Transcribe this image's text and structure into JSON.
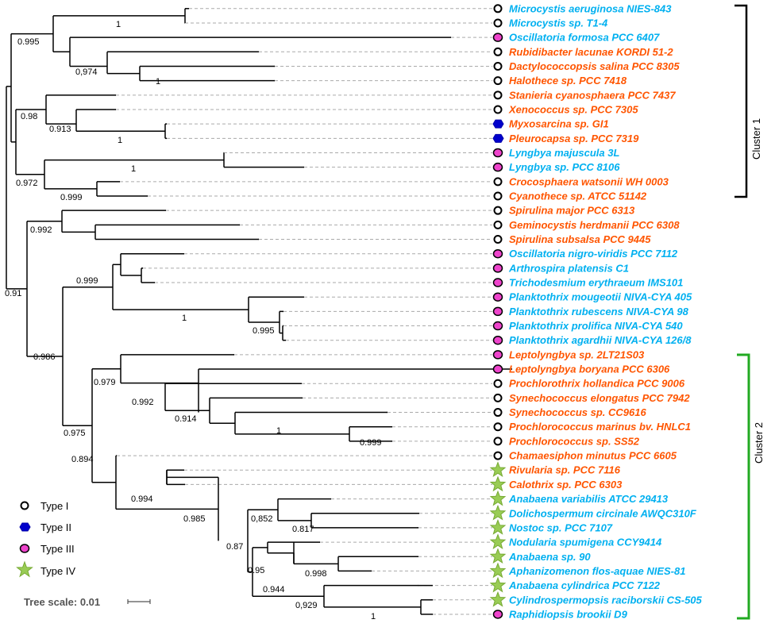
{
  "colors": {
    "blue_label": "#00B0F0",
    "orange_label": "#FF5500",
    "type_I_fill": "#ffffff",
    "type_II_fill": "#0000cc",
    "type_III_fill": "#ee44cc",
    "type_IV_fill": "#99cc55",
    "cluster1_bracket": "#000000",
    "cluster2_bracket": "#22aa22",
    "branch": "#000000",
    "guide": "#aaaaaa"
  },
  "taxa": [
    {
      "name": "Microcystis aeruginosa NIES-843",
      "color": "blue",
      "type": "I"
    },
    {
      "name": "Microcystis sp. T1-4",
      "color": "blue",
      "type": "I"
    },
    {
      "name": "Oscillatoria formosa PCC 6407",
      "color": "blue",
      "type": "III"
    },
    {
      "name": "Rubidibacter lacunae KORDI 51-2",
      "color": "orange",
      "type": "I"
    },
    {
      "name": "Dactylococcopsis salina PCC 8305",
      "color": "orange",
      "type": "I"
    },
    {
      "name": "Halothece sp. PCC 7418",
      "color": "orange",
      "type": "I"
    },
    {
      "name": "Stanieria cyanosphaera PCC 7437",
      "color": "orange",
      "type": "I"
    },
    {
      "name": "Xenococcus sp. PCC 7305",
      "color": "orange",
      "type": "I"
    },
    {
      "name": "Myxosarcina sp. GI1",
      "color": "orange",
      "type": "II"
    },
    {
      "name": "Pleurocapsa sp. PCC 7319",
      "color": "orange",
      "type": "II"
    },
    {
      "name": "Lyngbya majuscula 3L",
      "color": "blue",
      "type": "III"
    },
    {
      "name": "Lyngbya sp. PCC 8106",
      "color": "blue",
      "type": "III"
    },
    {
      "name": "Crocosphaera watsonii WH 0003",
      "color": "orange",
      "type": "I"
    },
    {
      "name": "Cyanothece sp. ATCC 51142",
      "color": "orange",
      "type": "I"
    },
    {
      "name": "Spirulina major PCC 6313",
      "color": "orange",
      "type": "I"
    },
    {
      "name": "Geminocystis herdmanii PCC 6308",
      "color": "orange",
      "type": "I"
    },
    {
      "name": "Spirulina subsalsa PCC 9445",
      "color": "orange",
      "type": "I"
    },
    {
      "name": "Oscillatoria nigro-viridis PCC 7112",
      "color": "blue",
      "type": "III"
    },
    {
      "name": "Arthrospira platensis C1",
      "color": "blue",
      "type": "III"
    },
    {
      "name": "Trichodesmium erythraeum IMS101",
      "color": "blue",
      "type": "III"
    },
    {
      "name": "Planktothrix mougeotii NIVA-CYA 405",
      "color": "blue",
      "type": "III"
    },
    {
      "name": "Planktothrix rubescens NIVA-CYA 98",
      "color": "blue",
      "type": "III"
    },
    {
      "name": "Planktothrix prolifica NIVA-CYA 540",
      "color": "blue",
      "type": "III"
    },
    {
      "name": "Planktothrix agardhii NIVA-CYA 126/8",
      "color": "blue",
      "type": "III"
    },
    {
      "name": "Leptolyngbya sp. 2LT21S03",
      "color": "orange",
      "type": "III"
    },
    {
      "name": "Leptolyngbya boryana PCC 6306",
      "color": "orange",
      "type": "III"
    },
    {
      "name": "Prochlorothrix hollandica PCC 9006",
      "color": "orange",
      "type": "I"
    },
    {
      "name": "Synechococcus elongatus PCC 7942",
      "color": "orange",
      "type": "I"
    },
    {
      "name": "Synechococcus sp. CC9616",
      "color": "orange",
      "type": "I"
    },
    {
      "name": "Prochlorococcus marinus bv. HNLC1",
      "color": "orange",
      "type": "I"
    },
    {
      "name": "Prochlorococcus sp. SS52",
      "color": "orange",
      "type": "I"
    },
    {
      "name": "Chamaesiphon minutus PCC 6605",
      "color": "orange",
      "type": "I"
    },
    {
      "name": "Rivularia sp. PCC 7116",
      "color": "orange",
      "type": "IV"
    },
    {
      "name": "Calothrix sp. PCC 6303",
      "color": "orange",
      "type": "IV"
    },
    {
      "name": "Anabaena variabilis ATCC 29413",
      "color": "blue",
      "type": "IV"
    },
    {
      "name": "Dolichospermum circinale AWQC310F",
      "color": "blue",
      "type": "IV"
    },
    {
      "name": "Nostoc sp. PCC 7107",
      "color": "blue",
      "type": "IV"
    },
    {
      "name": "Nodularia spumigena CCY9414",
      "color": "blue",
      "type": "IV"
    },
    {
      "name": "Anabaena sp. 90",
      "color": "blue",
      "type": "IV"
    },
    {
      "name": "Aphanizomenon flos-aquae NIES-81",
      "color": "blue",
      "type": "IV"
    },
    {
      "name": "Anabaena cylindrica PCC 7122",
      "color": "blue",
      "type": "IV"
    },
    {
      "name": "Cylindrospermopsis raciborskii CS-505",
      "color": "blue",
      "type": "IV"
    },
    {
      "name": "Raphidiopsis brookii D9",
      "color": "blue",
      "type": "III"
    }
  ],
  "branch_supports": [
    "1",
    "0.995",
    "0,974",
    "1",
    "0.98",
    "0.913",
    "1",
    "1",
    "0.972",
    "0.999",
    "0.992",
    "0.999",
    "0.91",
    "1",
    "0.995",
    "0.986",
    "0.979",
    "0.992",
    "0.914",
    "1",
    "0.999",
    "0.975",
    "0.894",
    "0.994",
    "0.985",
    "0,852",
    "0.817",
    "0.87",
    "0.998",
    "0.95",
    "0.944",
    "0,929",
    "1"
  ],
  "clusters": [
    {
      "label": "Cluster 1"
    },
    {
      "label": "Cluster 2"
    }
  ],
  "legend": [
    {
      "label": "Type I",
      "type": "I"
    },
    {
      "label": "Type II",
      "type": "II"
    },
    {
      "label": "Type III",
      "type": "III"
    },
    {
      "label": "Type IV",
      "type": "IV"
    }
  ],
  "scale": {
    "label": "Tree scale: 0.01"
  }
}
